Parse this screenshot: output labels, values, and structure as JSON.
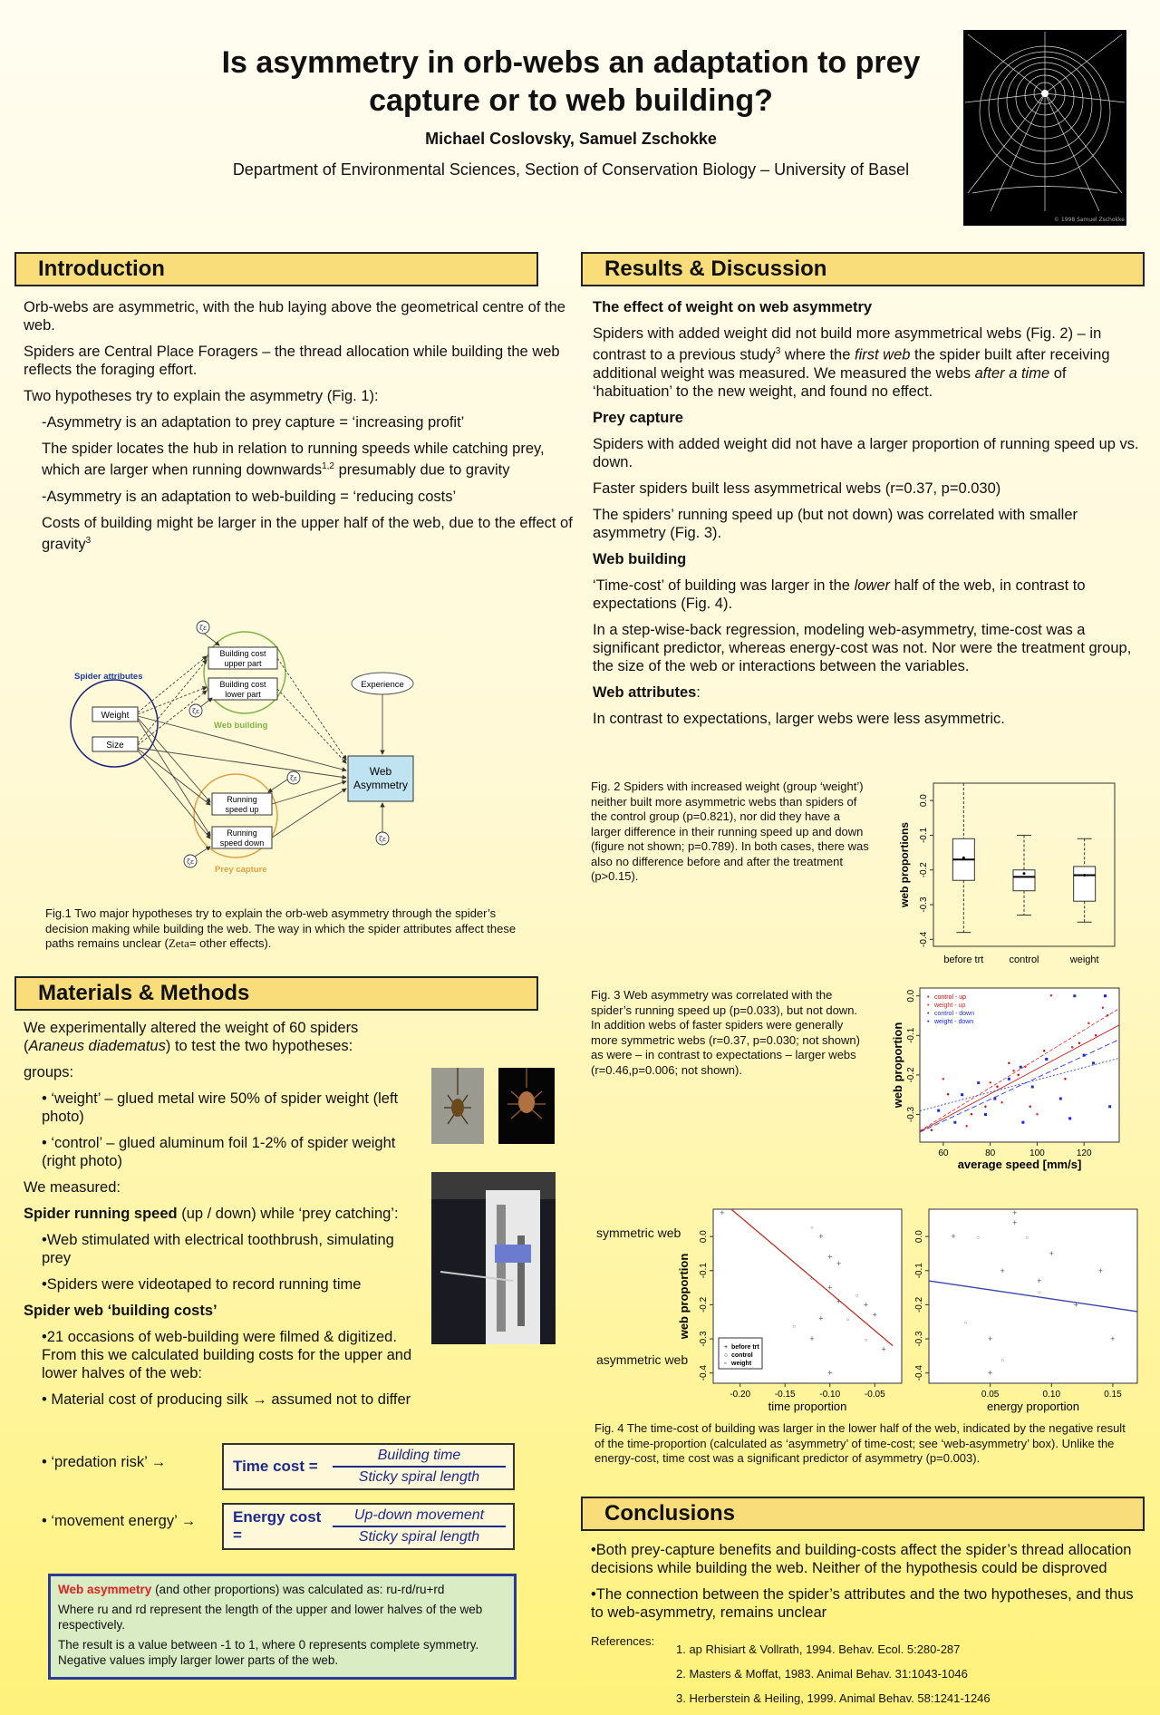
{
  "header": {
    "title_line1": "Is asymmetry in orb-webs an adaptation to prey",
    "title_line2": "capture or to web building?",
    "authors": "Michael Coslovsky, Samuel Zschokke",
    "affiliation": "Department of Environmental Sciences, Section of Conservation Biology – University of Basel",
    "logo_caption": "© 1998 Samuel Zschokke"
  },
  "intro": {
    "heading": "Introduction",
    "p1": "Orb-webs are asymmetric, with the hub laying above the geometrical centre of the web.",
    "p2": "Spiders are Central Place Foragers – the thread allocation while building the web reflects the foraging effort.",
    "p3": "Two hypotheses try to explain the asymmetry (Fig. 1):",
    "h1": "-Asymmetry is an adaptation to prey capture = ‘increasing profit’",
    "h1_detail": "The spider locates the hub in relation to running speeds while catching prey, which are larger when running downwards",
    "h1_sup": "1,2",
    "h1_detail_end": " presumably due to gravity",
    "h2": "-Asymmetry is an adaptation to web-building = ‘reducing costs’",
    "h2_detail": "Costs of building might be larger in the upper half of the web, due to the effect of gravity",
    "h2_sup": "3"
  },
  "fig1": {
    "spider_attributes": "Spider attributes",
    "weight": "Weight",
    "size": "Size",
    "bc_upper_1": "Building cost",
    "bc_upper_2": "upper part",
    "bc_lower_1": "Building cost",
    "bc_lower_2": "lower part",
    "web_building": "Web building",
    "experience": "Experience",
    "web_asym_1": "Web",
    "web_asym_2": "Asymmetry",
    "rs_up_1": "Running",
    "rs_up_2": "speed up",
    "rs_down_1": "Running",
    "rs_down_2": "speed down",
    "prey_capture": "Prey capture",
    "zeta": "ζε",
    "caption_a": "Fig.1 Two major hypotheses try to explain the orb-web asymmetry through the spider’s decision making while building the web. The way in which the spider attributes affect these paths remains unclear (",
    "caption_zeta": "Zeta",
    "caption_b": "= other effects)."
  },
  "methods": {
    "heading": "Materials & Methods",
    "p1a": "We experimentally altered the weight of 60 spiders (",
    "p1_species": "Araneus diadematus",
    "p1b": ") to test the two hypotheses:",
    "groups": "groups:",
    "g1": "• ‘weight’ – glued metal wire 50% of spider weight (left photo)",
    "g2": "• ‘control’ – glued aluminum foil 1-2% of spider weight (right photo)",
    "measured": "We measured:",
    "m1_bold": "Spider running speed",
    "m1_rest": " (up / down) while ‘prey catching’:",
    "m1a": "•Web stimulated with electrical toothbrush, simulating prey",
    "m1b": "•Spiders were videotaped to record running time",
    "m2_bold": "Spider web ‘building costs’",
    "m2a": "•21 occasions of web-building were filmed & digitized. From this we calculated building costs for the upper and lower halves of the web:",
    "m2b": "• Material cost of producing silk → assumed not to differ",
    "m2c": "• ‘predation risk’ →",
    "m2d": "• ‘movement  energy’ →",
    "time_cost_label": "Time cost =",
    "time_cost_num": "Building time",
    "time_cost_den": "Sticky spiral length",
    "energy_cost_label": "Energy cost =",
    "energy_cost_num": "Up-down movement",
    "energy_cost_den": "Sticky spiral length",
    "asym_red": "Web asymmetry",
    "asym_rest": " (and other proportions) was calculated as: ru-rd/ru+rd",
    "asym_p2": "Where ru and rd represent the length of the upper and lower halves of the web respectively.",
    "asym_p3": "The result is a value between -1 to 1, where 0 represents complete symmetry. Negative values imply larger lower parts of the web."
  },
  "results": {
    "heading": "Results & Discussion",
    "s1": "The effect of weight on web asymmetry",
    "s1_p_a": "Spiders with added weight did not build more asymmetrical webs (Fig. 2) – in contrast to a previous study",
    "s1_sup": "3",
    "s1_p_b": " where the ",
    "s1_em1": "first web",
    "s1_p_c": " the spider built after receiving additional weight was measured. We measured the webs ",
    "s1_em2": "after a time",
    "s1_p_d": " of ‘habituation’ to the new weight, and found no effect.",
    "s2": "Prey capture",
    "s2_p1": "Spiders with added weight did not have a larger proportion of running speed up vs. down.",
    "s2_p2": "Faster spiders built less asymmetrical webs (r=0.37, p=0.030)",
    "s2_p3": "The spiders’ running speed up (but not down) was correlated with smaller asymmetry (Fig. 3).",
    "s3": "Web building",
    "s3_p1a": "‘Time-cost’ of building was larger in the ",
    "s3_em": "lower",
    "s3_p1b": " half of the web, in contrast to expectations (Fig. 4).",
    "s3_p2": "In a step-wise-back regression, modeling web-asymmetry, time-cost was a significant predictor, whereas energy-cost was not. Nor were the treatment group, the size of the web or interactions between the variables.",
    "s4": "Web attributes",
    "s4_colon": ":",
    "s4_p": "In contrast to expectations, larger webs were less asymmetric."
  },
  "fig2": {
    "caption": "Fig. 2 Spiders with increased weight (group ‘weight’) neither built more asymmetric webs than spiders of the control group (p=0.821), nor did they have a larger difference in their running speed up and down (figure not shown; p=0.789). In both cases, there was also no difference before and after the treatment (p>0.15).",
    "ylabel": "web proportions"
  },
  "fig3": {
    "caption": "Fig. 3  Web asymmetry was correlated with the spider’s running speed up (p=0.033), but not down. In addition webs of faster spiders were generally more symmetric webs (r=0.37, p=0.030; not shown) as were – in contrast to expectations – larger webs (r=0.46,p=0.006; not shown).",
    "ylabel": "web proportion",
    "xlabel": "average speed [mm/s]",
    "legend": [
      "control - up",
      "weight - up",
      "control - down",
      "weight - down"
    ]
  },
  "fig4": {
    "symmetric": "symmetric web",
    "asymmetric": "asymmetric web",
    "ylabel": "web proportion",
    "xlabel_left": "time proportion",
    "xlabel_right": "energy proportion",
    "legend": [
      "before trt",
      "control",
      "weight"
    ],
    "caption": "Fig. 4 The time-cost of building was larger in the lower half of the web, indicated by the negative result of the time-proportion (calculated as ‘asymmetry’ of time-cost; see ‘web-asymmetry’ box). Unlike the energy-cost, time cost was a significant predictor of asymmetry (p=0.003)."
  },
  "conclusions": {
    "heading": "Conclusions",
    "c1": "•Both prey-capture benefits and building-costs affect the spider’s thread allocation decisions while building the web. Neither of the hypothesis could be disproved",
    "c2": "•The connection between the spider’s attributes and the two hypotheses, and thus to web-asymmetry, remains unclear",
    "refs_label": "References:",
    "refs": [
      "1. ap Rhisiart & Vollrath, 1994. Behav. Ecol. 5:280-287",
      "2. Masters & Moffat, 1983. Animal Behav. 31:1043-1046",
      "3. Herberstein & Heiling, 1999. Animal Behav. 58:1241-1246"
    ]
  },
  "chart_data": [
    {
      "type": "box",
      "categories": [
        "before trt",
        "control",
        "weight"
      ],
      "ylabel": "web proportions",
      "ylim": [
        -0.42,
        0.05
      ],
      "yticks": [
        0.0,
        -0.1,
        -0.2,
        -0.3,
        -0.4
      ],
      "boxes": [
        {
          "min": -0.38,
          "q1": -0.23,
          "median": -0.17,
          "q3": -0.11,
          "max": 0.05,
          "mean": -0.165
        },
        {
          "min": -0.33,
          "q1": -0.26,
          "median": -0.22,
          "q3": -0.2,
          "max": -0.1,
          "mean": -0.21
        },
        {
          "min": -0.35,
          "q1": -0.29,
          "median": -0.215,
          "q3": -0.19,
          "max": -0.11,
          "mean": -0.215
        }
      ]
    },
    {
      "type": "scatter",
      "xlabel": "average speed [mm/s]",
      "ylabel": "web proportion",
      "xticks": [
        60,
        80,
        100,
        120
      ],
      "yticks": [
        0.0,
        -0.1,
        -0.2,
        -0.3
      ],
      "xlim": [
        50,
        135
      ],
      "ylim": [
        -0.37,
        0.02
      ],
      "series": [
        {
          "name": "control - up",
          "color": "#cc0000",
          "points": [
            [
              55,
              -0.34
            ],
            [
              62,
              -0.25
            ],
            [
              72,
              -0.3
            ],
            [
              78,
              -0.28
            ],
            [
              83,
              -0.23
            ],
            [
              88,
              -0.17
            ],
            [
              92,
              -0.2
            ],
            [
              97,
              -0.28
            ],
            [
              103,
              -0.14
            ],
            [
              112,
              -0.21
            ],
            [
              118,
              -0.12
            ],
            [
              125,
              -0.1
            ],
            [
              130,
              -0.05
            ]
          ]
        },
        {
          "name": "weight - up",
          "color": "#ee2222",
          "points": [
            [
              60,
              -0.21
            ],
            [
              70,
              -0.33
            ],
            [
              80,
              -0.22
            ],
            [
              85,
              -0.27
            ],
            [
              90,
              -0.19
            ],
            [
              95,
              -0.18
            ],
            [
              100,
              -0.3
            ],
            [
              106,
              0.0
            ],
            [
              115,
              -0.13
            ],
            [
              122,
              -0.07
            ],
            [
              128,
              -0.03
            ]
          ]
        },
        {
          "name": "control - down",
          "color": "#2233bb",
          "points": [
            [
              65,
              -0.32
            ],
            [
              75,
              -0.22
            ],
            [
              82,
              -0.26
            ],
            [
              93,
              -0.18
            ],
            [
              98,
              -0.23
            ],
            [
              110,
              -0.26
            ],
            [
              116,
              0.0
            ],
            [
              124,
              -0.17
            ],
            [
              131,
              -0.28
            ]
          ]
        },
        {
          "name": "weight - down",
          "color": "#1122ff",
          "points": [
            [
              58,
              -0.29
            ],
            [
              68,
              -0.25
            ],
            [
              78,
              -0.3
            ],
            [
              88,
              -0.21
            ],
            [
              94,
              -0.32
            ],
            [
              104,
              -0.16
            ],
            [
              114,
              -0.31
            ],
            [
              120,
              -0.15
            ],
            [
              129,
              0.0
            ]
          ]
        }
      ]
    },
    {
      "type": "scatter",
      "xlabel": "time proportion",
      "ylabel": "web proportion",
      "xticks": [
        -0.2,
        -0.15,
        -0.1,
        -0.05
      ],
      "yticks": [
        0.0,
        -0.1,
        -0.2,
        -0.3,
        -0.4
      ],
      "xlim": [
        -0.23,
        -0.02
      ],
      "ylim": [
        -0.43,
        0.08
      ],
      "fit": [
        [
          -0.21,
          0.08
        ],
        [
          -0.03,
          -0.32
        ]
      ],
      "points": [
        [
          -0.22,
          0.07
        ],
        [
          -0.12,
          0.03
        ],
        [
          -0.11,
          0.0
        ],
        [
          -0.1,
          -0.06
        ],
        [
          -0.12,
          -0.12
        ],
        [
          -0.1,
          -0.15
        ],
        [
          -0.09,
          -0.19
        ],
        [
          -0.07,
          -0.17
        ],
        [
          -0.06,
          -0.2
        ],
        [
          -0.05,
          -0.23
        ],
        [
          -0.08,
          -0.24
        ],
        [
          -0.11,
          -0.24
        ],
        [
          -0.12,
          -0.3
        ],
        [
          -0.06,
          -0.3
        ],
        [
          -0.04,
          -0.33
        ],
        [
          -0.1,
          -0.4
        ],
        [
          -0.14,
          -0.26
        ],
        [
          -0.09,
          -0.08
        ]
      ]
    },
    {
      "type": "scatter",
      "xlabel": "energy proportion",
      "xticks": [
        0.05,
        0.1,
        0.15
      ],
      "xlim": [
        0.0,
        0.17
      ],
      "ylim": [
        -0.43,
        0.08
      ],
      "fit": [
        [
          0.0,
          -0.13
        ],
        [
          0.17,
          -0.22
        ]
      ],
      "points": [
        [
          0.02,
          0.0
        ],
        [
          0.04,
          0.0
        ],
        [
          0.07,
          0.07
        ],
        [
          0.07,
          0.04
        ],
        [
          0.08,
          0.0
        ],
        [
          0.06,
          -0.1
        ],
        [
          0.09,
          -0.13
        ],
        [
          0.09,
          -0.16
        ],
        [
          0.12,
          -0.2
        ],
        [
          0.05,
          -0.3
        ],
        [
          0.06,
          -0.36
        ],
        [
          0.14,
          -0.1
        ],
        [
          0.15,
          -0.3
        ],
        [
          0.03,
          -0.25
        ],
        [
          0.05,
          -0.4
        ],
        [
          0.1,
          -0.05
        ]
      ]
    }
  ]
}
